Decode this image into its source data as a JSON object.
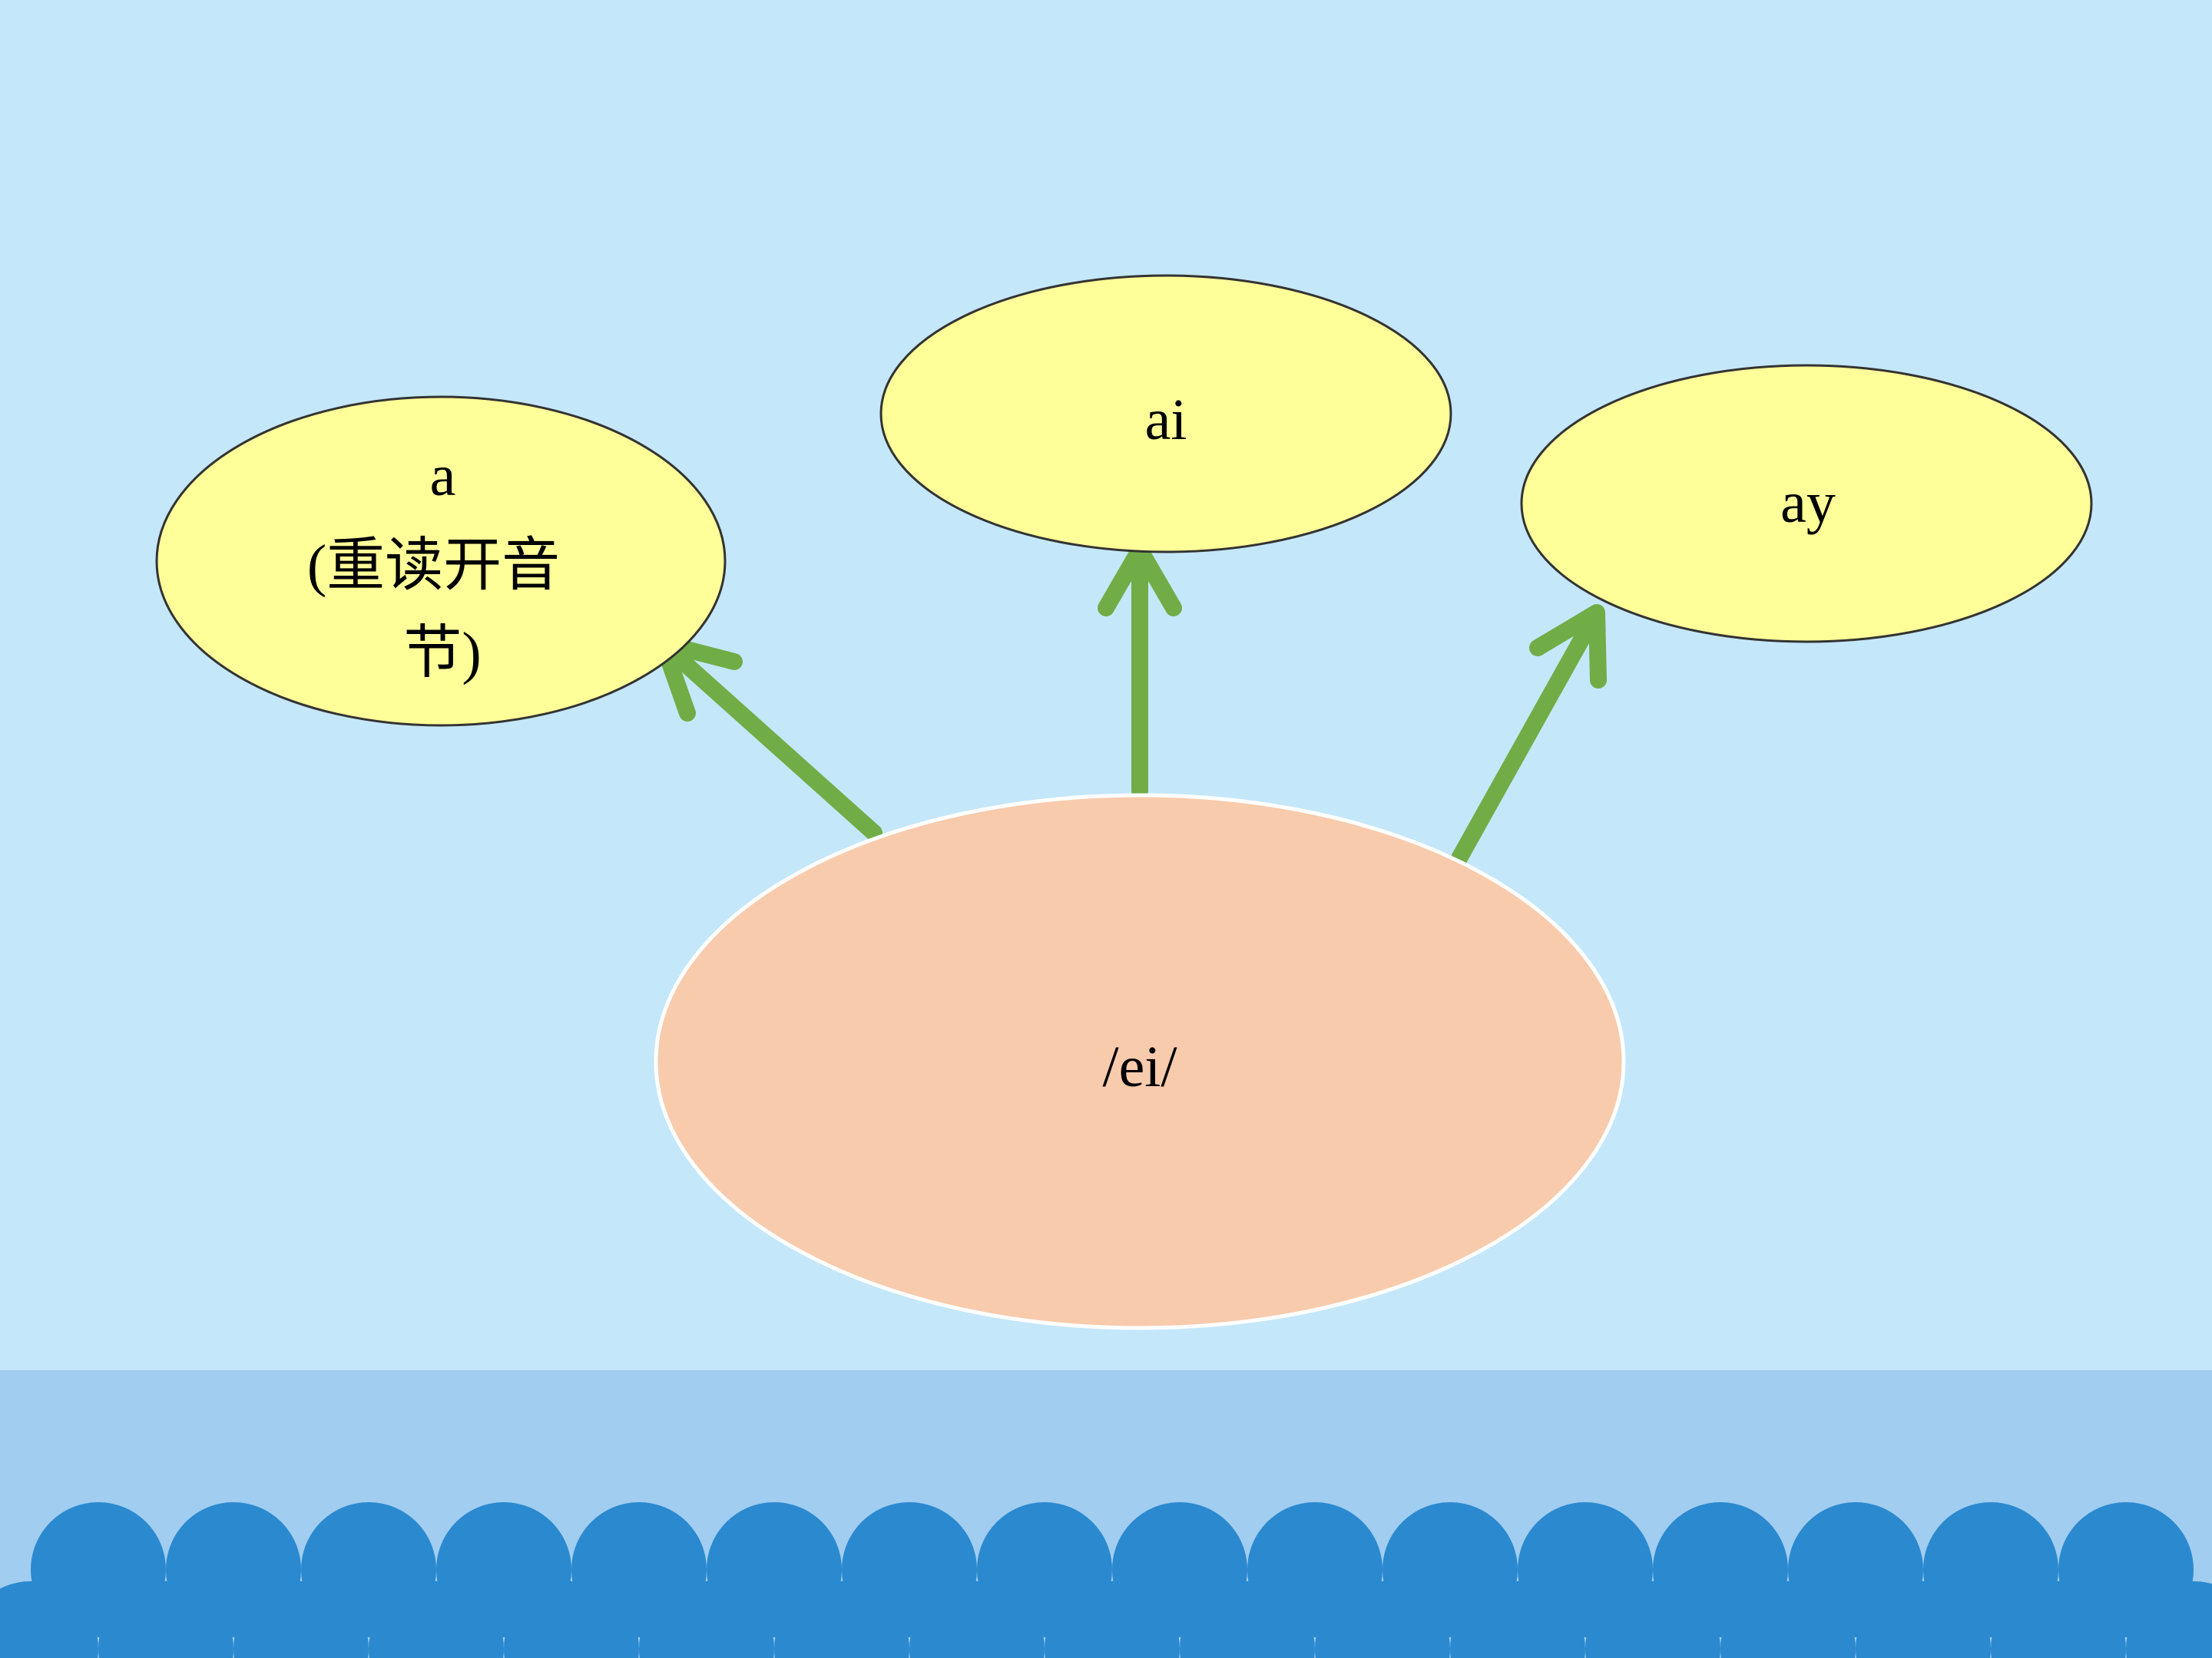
{
  "diagram": {
    "center_node": {
      "label": "/ei/"
    },
    "spelling_nodes": [
      {
        "id": "a",
        "lines": [
          "a",
          "(重读开音",
          "节)"
        ]
      },
      {
        "id": "ai",
        "lines": [
          "ai"
        ]
      },
      {
        "id": "ay",
        "lines": [
          "ay"
        ]
      }
    ]
  },
  "colors": {
    "background": "#c5e7fa",
    "bottom_band": "#a1cdf0",
    "waves": "#2b89cf",
    "spelling_node_fill": "#ffff99",
    "center_node_fill": "#f8cbad",
    "arrow": "#70ad47"
  }
}
